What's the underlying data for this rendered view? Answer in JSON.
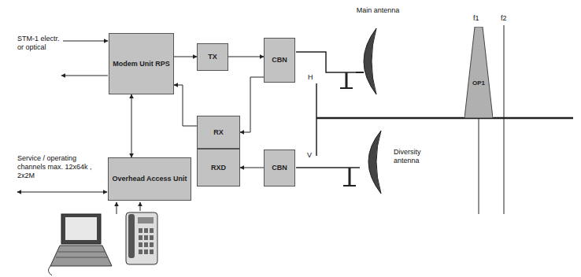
{
  "diagram": {
    "nodes": [
      {
        "text": [
          "Modem Unit RPS"
        ]
      },
      {
        "text": [
          "TX"
        ]
      },
      {
        "text": [
          "CBN"
        ]
      },
      {
        "text": [
          "RX"
        ]
      },
      {
        "text": [
          "RXD"
        ]
      },
      {
        "text": [
          "CBN"
        ]
      },
      {
        "text": [
          "Overhead Access Unit"
        ]
      },
      {
        "text": [
          "OP1"
        ]
      }
    ],
    "edges": [
      {
        "from": 0,
        "to": 1,
        "arrow": "to"
      },
      {
        "from": 1,
        "to": 2,
        "arrow": "to"
      },
      {
        "from": 2,
        "to": 3,
        "arrow": "to"
      },
      {
        "from": 3,
        "to": 0,
        "arrow": "to"
      },
      {
        "from": 0,
        "to": 6,
        "arrow": "both"
      },
      {
        "from": 5,
        "to": 4,
        "arrow": "to"
      }
    ],
    "labels": [
      "STM-1 electr. or optical",
      "Service / operating channels max. 12x64k , 2x2M",
      "Main antenna",
      "Diversity antenna",
      "f1",
      "f2",
      "H",
      "V"
    ]
  }
}
